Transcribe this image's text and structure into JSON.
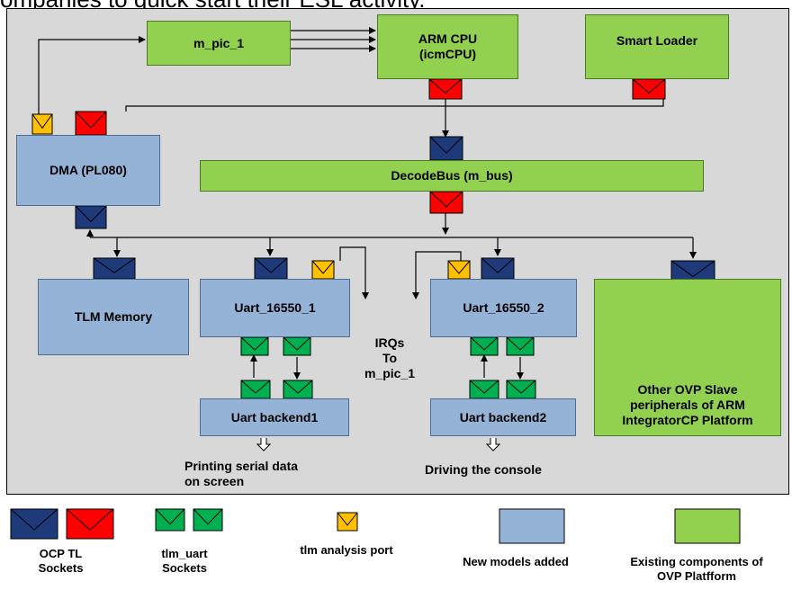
{
  "title_fragment": "ompanies to quick start their ESL activity.",
  "blocks": {
    "m_pic": "m_pic_1",
    "arm_cpu": [
      "ARM CPU",
      "(icmCPU)"
    ],
    "smart_loader": "Smart Loader",
    "dma": "DMA (PL080)",
    "decode_bus": "DecodeBus (m_bus)",
    "tlm_memory": "TLM Memory",
    "uart1": "Uart_16550_1",
    "uart2": "Uart_16550_2",
    "other_ovp": [
      "Other OVP Slave",
      "peripherals of ARM",
      "IntegratorCP Platform"
    ],
    "backend1": "Uart backend1",
    "backend2": "Uart backend2"
  },
  "annotations": {
    "irqs": [
      "IRQs",
      "To",
      "m_pic_1"
    ],
    "printing": [
      "Printing serial data",
      "on screen"
    ],
    "driving": "Driving the console"
  },
  "legend": {
    "ocp": [
      "OCP TL",
      "Sockets"
    ],
    "tlm_uart": [
      "tlm_uart",
      "Sockets"
    ],
    "analysis": "tlm analysis port",
    "new_models": "New models added",
    "existing": [
      "Existing components of",
      "OVP Platfform"
    ]
  },
  "colors": {
    "green": "#92d050",
    "blue": "#95b3d7",
    "ocp_dark": "#1f3a7a",
    "ocp_red": "#ff0000",
    "uart_green": "#00b050",
    "analysis_yellow": "#ffc000",
    "frame_bg": "#d8d8d8"
  }
}
